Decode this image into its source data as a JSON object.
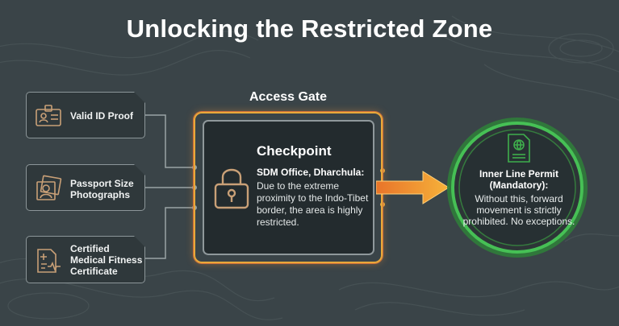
{
  "title": "Unlocking the Restricted Zone",
  "documents": [
    {
      "label": "Valid ID Proof",
      "icon": "id-card-icon"
    },
    {
      "label": "Passport Size Photographs",
      "icon": "photographs-icon"
    },
    {
      "label": "Certified Medical Fitness Certificate",
      "icon": "medical-certificate-icon"
    }
  ],
  "gate": {
    "label": "Access Gate",
    "heading": "Checkpoint",
    "office": "SDM Office, Dharchula:",
    "description": "Due to the extreme proximity to the Indo-Tibet border, the area is highly restricted.",
    "icon": "padlock-icon"
  },
  "permit": {
    "title": "Inner Line Permit (Mandatory):",
    "description": "Without this, forward movement is strictly prohibited. No exceptions.",
    "icon": "passport-document-icon"
  },
  "colors": {
    "background": "#3a4448",
    "gate_border": "#e9a93a",
    "arrow": "#f2a230",
    "permit_ring": "#3db04b"
  }
}
